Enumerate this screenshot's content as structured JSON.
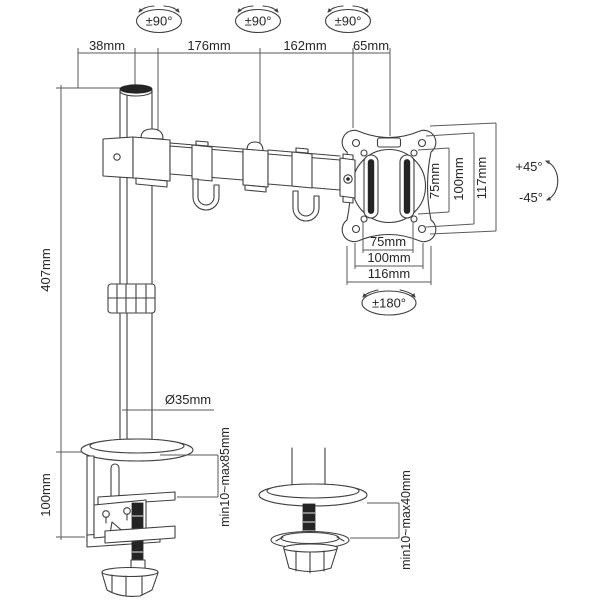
{
  "colors": {
    "background": "#ffffff",
    "line": "#3f3f3f",
    "dimension_line": "#5a5a5a",
    "text": "#262626",
    "dark_fill": "#242424"
  },
  "top_dimensions": {
    "labels": [
      "38mm",
      "176mm",
      "162mm",
      "65mm"
    ]
  },
  "rotation_badges": [
    "±90°",
    "±90°",
    "±90°"
  ],
  "vesa": {
    "vertical": [
      "75mm",
      "100mm",
      "117mm"
    ],
    "horizontal": [
      "75mm",
      "100mm",
      "116mm"
    ],
    "tilt_up": "+45°",
    "tilt_down": "-45°",
    "swivel": "±180°"
  },
  "pole": {
    "height": "407mm",
    "diameter": "Ø35mm"
  },
  "clamp": {
    "height": "100mm",
    "range": "min10~max85mm"
  },
  "grommet": {
    "range": "min10~max40mm"
  }
}
